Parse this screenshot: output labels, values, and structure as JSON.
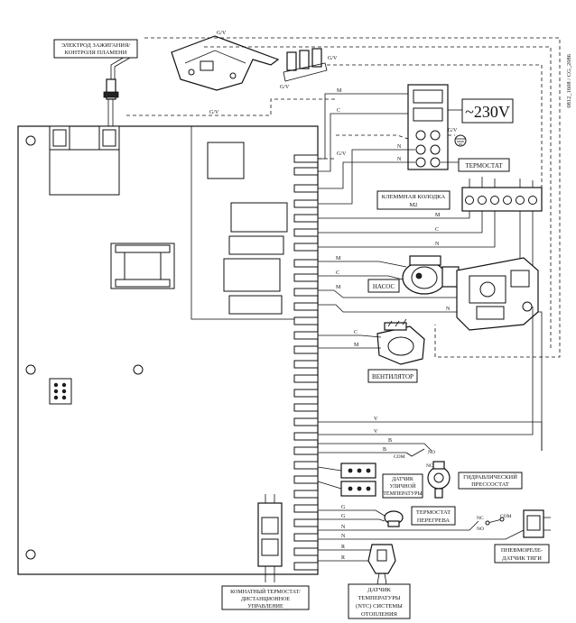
{
  "labels": {
    "electrode": [
      "ЭЛЕКТРОД ЗАЖИГАНИЯ/",
      "КОНТРОЛЯ ПЛАМЕНИ"
    ],
    "voltage": "~230V",
    "thermostat": "ТЕРМОСТАТ",
    "terminal_block": [
      "КЛЕММНАЯ КОЛОДКА",
      "М2"
    ],
    "pump": "НАСОС",
    "fan": "ВЕНТИЛЯТОР",
    "outdoor_sensor": [
      "ДАТЧИК",
      "УЛИЧНОЙ",
      "ТЕМПЕРАТУРЫ"
    ],
    "hydraulic_pressostat": [
      "ГИДРАВЛИЧЕСКИЙ",
      "ПРЕССОСТАТ"
    ],
    "overheat_thermostat": [
      "ТЕРМОСТАТ",
      "ПЕРЕГРЕВА"
    ],
    "pneumorelay": [
      "ПНЕВМОРЕЛЕ-",
      "ДАТЧИК ТЯГИ"
    ],
    "room_thermostat": [
      "КОМНАТНЫЙ ТЕРМОСТАТ/",
      "ДИСТАНЦИОННОЕ",
      "УПРАВЛЕНИЕ"
    ],
    "ntc_sensor": [
      "ДАТЧИК",
      "ТЕМПЕРАТУРЫ",
      "(NTC) СИСТЕМЫ",
      "ОТОПЛЕНИЯ"
    ],
    "doc_code": "0812_1608 / CG_2086"
  },
  "wire_codes": {
    "gv": "G/V",
    "m": "M",
    "c": "C",
    "n": "N",
    "v": "V",
    "b": "B",
    "r": "R",
    "g": "G",
    "com": "COM",
    "no": "NO",
    "nc": "NC"
  }
}
